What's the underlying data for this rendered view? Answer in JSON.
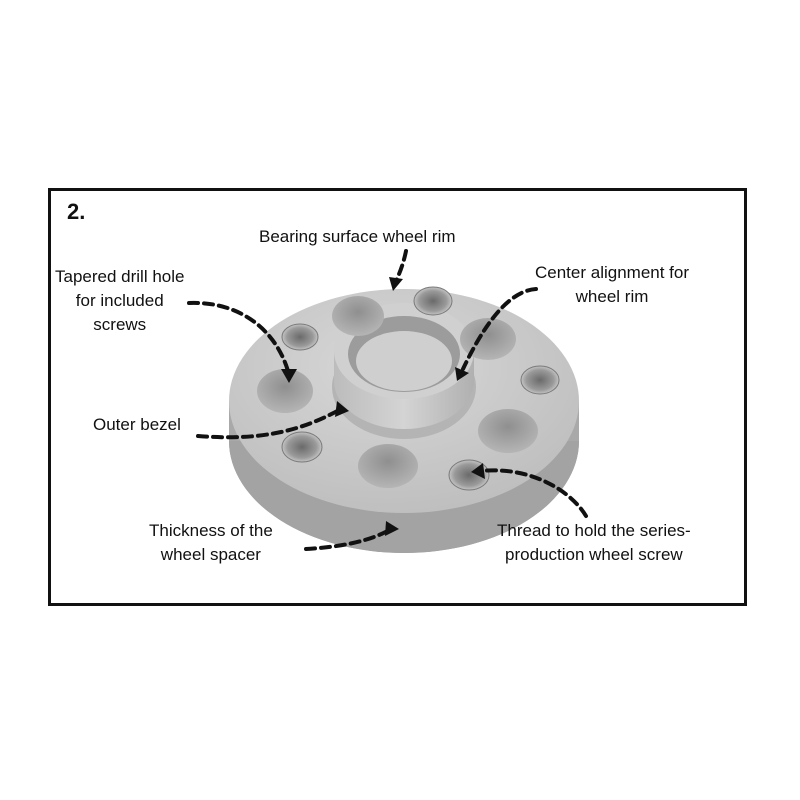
{
  "figure": {
    "step_number": "2.",
    "callouts": {
      "bearing_surface": [
        "Bearing surface wheel rim"
      ],
      "tapered_drill_hole": [
        "Tapered drill hole",
        "for included",
        "screws"
      ],
      "center_alignment": [
        "Center alignment for",
        "wheel rim"
      ],
      "outer_bezel": [
        "Outer bezel"
      ],
      "thickness": [
        "Thickness of the",
        "wheel spacer"
      ],
      "thread": [
        "Thread to hold the series-",
        "production wheel screw"
      ]
    },
    "colors": {
      "frame": "#111111",
      "spacer_face": "#c9c9c9",
      "spacer_side": "#a9a9a9",
      "arrow": "#111111",
      "background": "#ffffff"
    }
  }
}
